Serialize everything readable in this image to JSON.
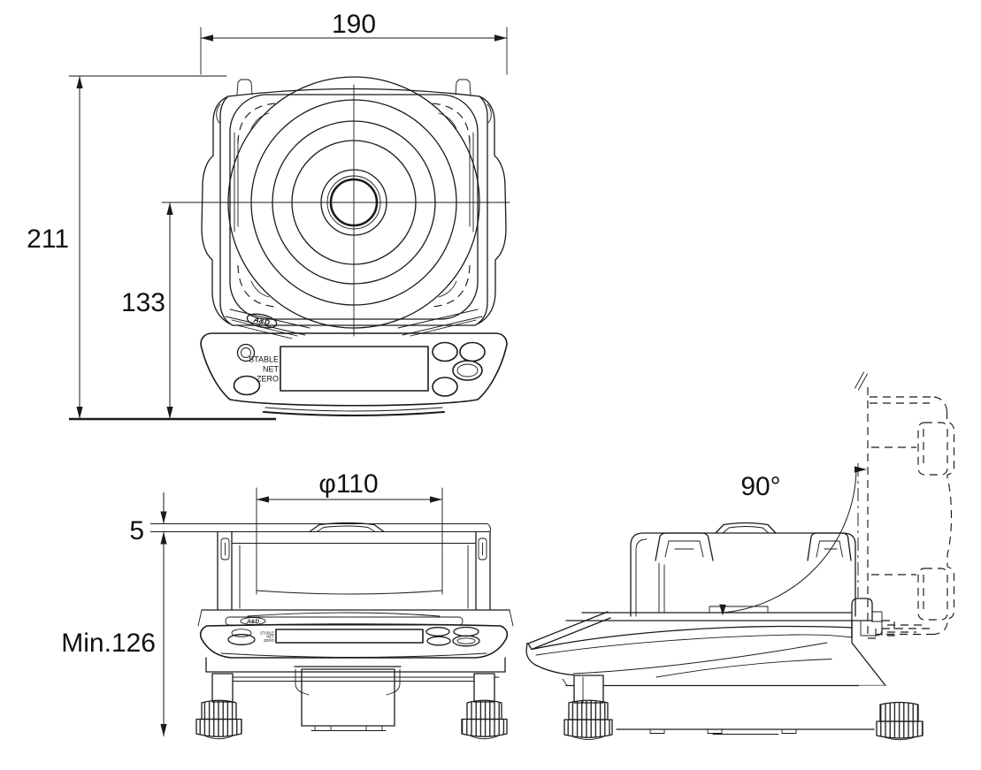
{
  "dimensions": {
    "top_width": "190",
    "overall_depth": "211",
    "pan_center_from_front": "133",
    "pan_diameter": "φ110",
    "pan_rim_height": "5",
    "min_height": "Min.126",
    "door_open_angle": "90°"
  },
  "panel": {
    "brand": "A&D",
    "indicator_labels": [
      "STABLE",
      "NET",
      "ZERO"
    ]
  },
  "colors": {
    "ink": "#1a1a1a",
    "background": "#ffffff"
  }
}
